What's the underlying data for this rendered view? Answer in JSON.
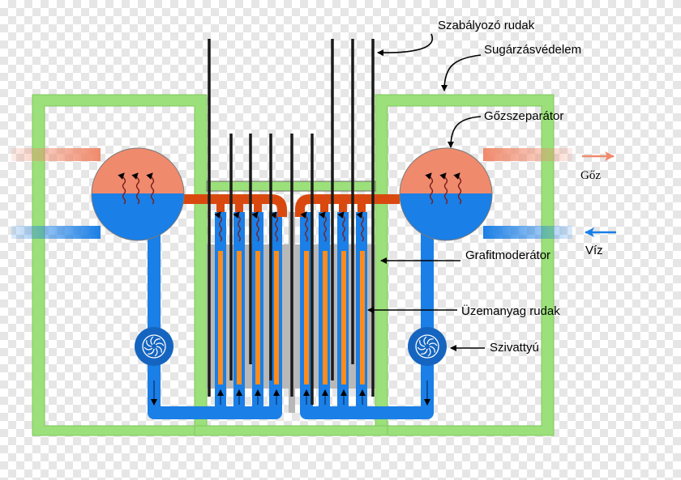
{
  "labels": {
    "control_rods": "Szabályozó rudak",
    "radiation_shield": "Sugárzásvédelem",
    "steam_separator": "Gőzszeparátor",
    "steam": "Gőz",
    "water": "Víz",
    "graphite_moderator": "Grafitmoderátor",
    "fuel_rods": "Üzemanyag rudak",
    "pump": "Szivattyú"
  },
  "colors": {
    "shield_green": "#9be07a",
    "shield_border": "#7fc75e",
    "water_blue": "#1a7fe6",
    "steam_salmon": "#f08a6c",
    "hot_pipe_red": "#d9490f",
    "graphite_gray": "#b8b8b8",
    "fuel_orange": "#ff8c1a",
    "pump_blue": "#1565c0"
  },
  "icons": {
    "flow_arrow": "up-arrow-icon",
    "steam_wave": "wavy-steam-arrow-icon",
    "pump": "pump-turbine-icon"
  }
}
